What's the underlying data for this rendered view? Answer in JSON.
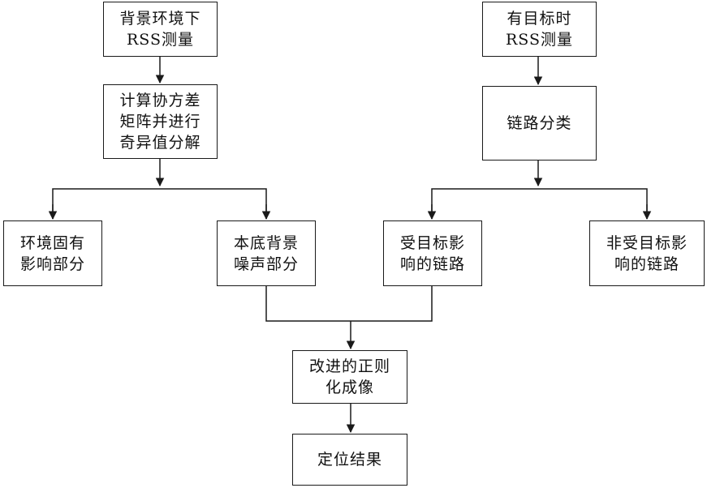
{
  "nodes": {
    "bg_rss": {
      "lines": [
        "背景环境下",
        "RSS测量"
      ]
    },
    "target_rss": {
      "lines": [
        "有目标时",
        "RSS测量"
      ]
    },
    "svd": {
      "lines": [
        "计算协方差",
        "矩阵并进行",
        "奇异值分解"
      ]
    },
    "link_class": {
      "lines": [
        "链路分类"
      ]
    },
    "env_inherent": {
      "lines": [
        "环境固有",
        "影响部分"
      ]
    },
    "bg_noise": {
      "lines": [
        "本底背景",
        "噪声部分"
      ]
    },
    "affected_links": {
      "lines": [
        "受目标影",
        "响的链路"
      ]
    },
    "unaffected_links": {
      "lines": [
        "非受目标影",
        "响的链路"
      ]
    },
    "regularized_imaging": {
      "lines": [
        "改进的正则",
        "化成像"
      ]
    },
    "localization_result": {
      "lines": [
        "定位结果"
      ]
    }
  },
  "colors": {
    "stroke": "#1a1a1a",
    "background": "#ffffff",
    "text": "#111111"
  }
}
